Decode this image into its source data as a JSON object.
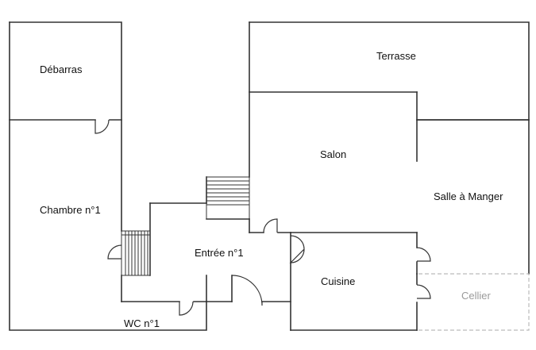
{
  "rooms": {
    "debarras": "Débarras",
    "chambre1": "Chambre n°1",
    "wc1": "WC n°1",
    "entree1": "Entrée n°1",
    "terrasse": "Terrasse",
    "salon": "Salon",
    "salle_a_manger": "Salle à Manger",
    "cuisine": "Cuisine",
    "cellier": "Cellier"
  },
  "colors": {
    "wall": "#333333",
    "background": "#ffffff",
    "faded_label": "#9a9a9a"
  }
}
